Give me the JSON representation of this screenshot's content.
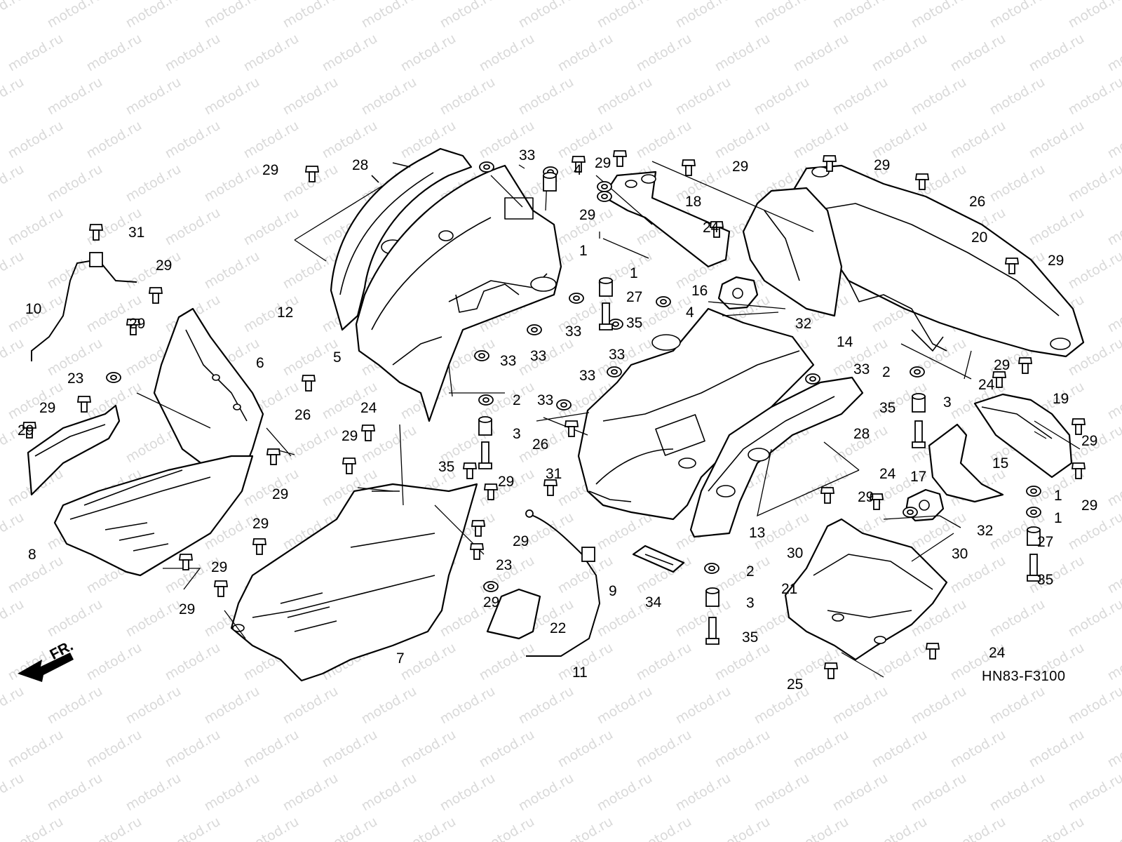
{
  "diagram": {
    "watermark_text": "motod.ru",
    "code": "HN83-F3100",
    "direction_label": "FR."
  },
  "callouts": [
    {
      "id": "c28a",
      "label": "28"
    },
    {
      "id": "c33a",
      "label": "33"
    },
    {
      "id": "c4a",
      "label": "4"
    },
    {
      "id": "c29a",
      "label": "29"
    },
    {
      "id": "c29b",
      "label": "29"
    },
    {
      "id": "c29c",
      "label": "29"
    },
    {
      "id": "c29d",
      "label": "29"
    },
    {
      "id": "c31a",
      "label": "31"
    },
    {
      "id": "c12",
      "label": "12"
    },
    {
      "id": "c10",
      "label": "10"
    },
    {
      "id": "c29e",
      "label": "29"
    },
    {
      "id": "c18",
      "label": "18"
    },
    {
      "id": "c24a",
      "label": "24"
    },
    {
      "id": "c26a",
      "label": "26"
    },
    {
      "id": "c20",
      "label": "20"
    },
    {
      "id": "c29f",
      "label": "29"
    },
    {
      "id": "c1a",
      "label": "1"
    },
    {
      "id": "c1b",
      "label": "1"
    },
    {
      "id": "c27a",
      "label": "27"
    },
    {
      "id": "c16",
      "label": "16"
    },
    {
      "id": "c4b",
      "label": "4"
    },
    {
      "id": "c32a",
      "label": "32"
    },
    {
      "id": "c14",
      "label": "14"
    },
    {
      "id": "c35a",
      "label": "35"
    },
    {
      "id": "c33b",
      "label": "33"
    },
    {
      "id": "c33c",
      "label": "33"
    },
    {
      "id": "c29g",
      "label": "29"
    },
    {
      "id": "c6",
      "label": "6"
    },
    {
      "id": "c5",
      "label": "5"
    },
    {
      "id": "c33d",
      "label": "33"
    },
    {
      "id": "c33e",
      "label": "33"
    },
    {
      "id": "c33f",
      "label": "33"
    },
    {
      "id": "c33g",
      "label": "33"
    },
    {
      "id": "c23a",
      "label": "23"
    },
    {
      "id": "c29h",
      "label": "29"
    },
    {
      "id": "c29i",
      "label": "29"
    },
    {
      "id": "c26b",
      "label": "26"
    },
    {
      "id": "c2a",
      "label": "2"
    },
    {
      "id": "c33h",
      "label": "33"
    },
    {
      "id": "c24b",
      "label": "24"
    },
    {
      "id": "c3a",
      "label": "3"
    },
    {
      "id": "c26c",
      "label": "26"
    },
    {
      "id": "c2b",
      "label": "2"
    },
    {
      "id": "c29j",
      "label": "29"
    },
    {
      "id": "c24c",
      "label": "24"
    },
    {
      "id": "c19",
      "label": "19"
    },
    {
      "id": "c3b",
      "label": "3"
    },
    {
      "id": "c35b",
      "label": "35"
    },
    {
      "id": "c28b",
      "label": "28"
    },
    {
      "id": "c29k",
      "label": "29"
    },
    {
      "id": "c15",
      "label": "15"
    },
    {
      "id": "c29l",
      "label": "29"
    },
    {
      "id": "c29m",
      "label": "29"
    },
    {
      "id": "c35c",
      "label": "35"
    },
    {
      "id": "c31b",
      "label": "31"
    },
    {
      "id": "c29n",
      "label": "29"
    },
    {
      "id": "c24d",
      "label": "24"
    },
    {
      "id": "c17",
      "label": "17"
    },
    {
      "id": "c1c",
      "label": "1"
    },
    {
      "id": "c8",
      "label": "8"
    },
    {
      "id": "c29o",
      "label": "29"
    },
    {
      "id": "c1d",
      "label": "1"
    },
    {
      "id": "c29p",
      "label": "29"
    },
    {
      "id": "c29q",
      "label": "29"
    },
    {
      "id": "c9",
      "label": "9"
    },
    {
      "id": "c13",
      "label": "13"
    },
    {
      "id": "c32b",
      "label": "32"
    },
    {
      "id": "c29r",
      "label": "29"
    },
    {
      "id": "c27b",
      "label": "27"
    },
    {
      "id": "c23b",
      "label": "23"
    },
    {
      "id": "c30a",
      "label": "30"
    },
    {
      "id": "c30b",
      "label": "30"
    },
    {
      "id": "c2c",
      "label": "2"
    },
    {
      "id": "c29s",
      "label": "29"
    },
    {
      "id": "c29t",
      "label": "29"
    },
    {
      "id": "c35d",
      "label": "35"
    },
    {
      "id": "c21",
      "label": "21"
    },
    {
      "id": "c3c",
      "label": "3"
    },
    {
      "id": "c34",
      "label": "34"
    },
    {
      "id": "c29u",
      "label": "29"
    },
    {
      "id": "c22",
      "label": "22"
    },
    {
      "id": "c35e",
      "label": "35"
    },
    {
      "id": "c7",
      "label": "7"
    },
    {
      "id": "c24e",
      "label": "24"
    },
    {
      "id": "c11",
      "label": "11"
    },
    {
      "id": "c25",
      "label": "25"
    }
  ]
}
